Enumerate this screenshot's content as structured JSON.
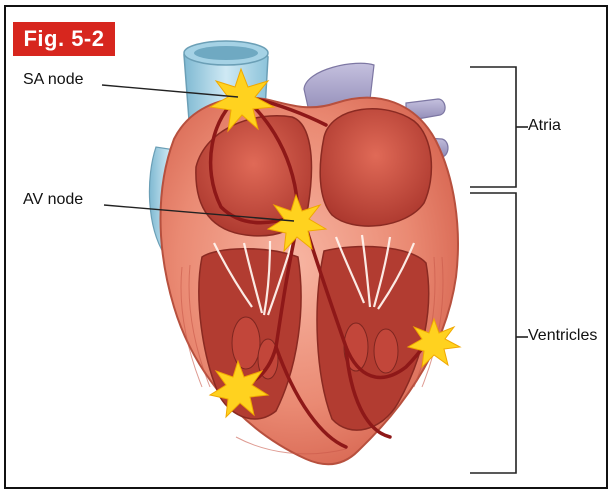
{
  "figure_label": "Fig. 5-2",
  "labels": {
    "sa_node": "SA node",
    "av_node": "AV node",
    "atria": "Atria",
    "ventricles": "Ventricles"
  },
  "colors": {
    "badge": "#d7261e",
    "myocardium": "#e9846f",
    "chamber_wall": "#c8463a",
    "aorta": "#b6dcec",
    "pulmonary": "#a8a4c8",
    "conduction": "#8e1818",
    "node_spark": "#ffd21f"
  }
}
